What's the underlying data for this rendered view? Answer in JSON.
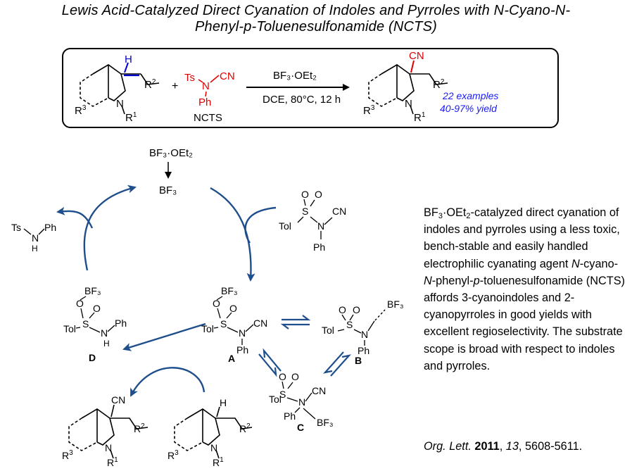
{
  "title": {
    "line1": "Lewis Acid-Catalyzed Direct Cyanation of Indoles and Pyrroles with N-Cyano-N-",
    "line2": "Phenyl-p-Toluenesulfonamide (NCTS)"
  },
  "scheme": {
    "h": "H",
    "r1": "R",
    "r2": "R",
    "r3": "R",
    "sup1": "1",
    "sup2": "2",
    "sup3": "3",
    "n": "N",
    "plus": "+",
    "ts": "Ts",
    "cn": "CN",
    "ph": "Ph",
    "reagent_name": "NCTS",
    "conditions_top": "BF₃·OEt₂",
    "conditions_bottom": "DCE, 80°C, 12 h",
    "examples": "22 examples",
    "yield": "40-97% yield"
  },
  "cycle": {
    "catalyst_precursor": "BF₃·OEt₂",
    "catalyst": "BF₃",
    "byproduct": {
      "ts": "Ts",
      "n": "N",
      "h": "H",
      "ph": "Ph"
    },
    "reagent": {
      "o": "O",
      "s": "S",
      "tol": "Tol",
      "n": "N",
      "cn": "CN",
      "ph": "Ph"
    },
    "intermediates": {
      "A": {
        "label": "A",
        "bf3": "BF₃",
        "o": "O",
        "s": "S",
        "tol": "Tol",
        "n": "N",
        "cn": "CN",
        "ph": "Ph"
      },
      "B": {
        "label": "B",
        "bf3": "BF₃",
        "o": "O",
        "s": "S",
        "tol": "Tol",
        "n": "N",
        "ph": "Ph"
      },
      "C": {
        "label": "C",
        "bf3": "BF₃",
        "o": "O",
        "s": "S",
        "tol": "Tol",
        "n": "N",
        "cn": "CN",
        "ph": "Ph"
      },
      "D": {
        "label": "D",
        "bf3": "BF₃",
        "o": "O",
        "s": "S",
        "tol": "Tol",
        "n": "N",
        "h": "H",
        "ph": "Ph"
      }
    },
    "product": {
      "cn": "CN",
      "n": "N"
    },
    "substrate": {
      "h": "H",
      "n": "N"
    }
  },
  "description": {
    "bf3": "BF",
    "sub3": "3",
    "oet": "·OEt",
    "sub2": "2",
    "text1": "-catalyzed direct cyanation of indoles and pyrroles using a less toxic, bench-stable and easily handled electrophilic cyanating agent ",
    "nc1": "N",
    "mid1": "-cyano-",
    "nc2": "N",
    "mid2": "-phenyl-",
    "p": "p",
    "text2": "-toluenesulfonamide (NCTS) affords 3-cyanoindoles and 2-cyanopyrroles in good yields with excellent regioselectivity. The substrate scope is broad with respect to indoles and pyrroles."
  },
  "citation": {
    "journal": "Org. Lett.",
    "year": "2011",
    "volume": "13",
    "pages": "5608-5611."
  },
  "colors": {
    "arrow_blue": "#1f4e8c",
    "highlight_red": "#e00000",
    "highlight_blue": "#1a1aff",
    "text": "#000000"
  }
}
